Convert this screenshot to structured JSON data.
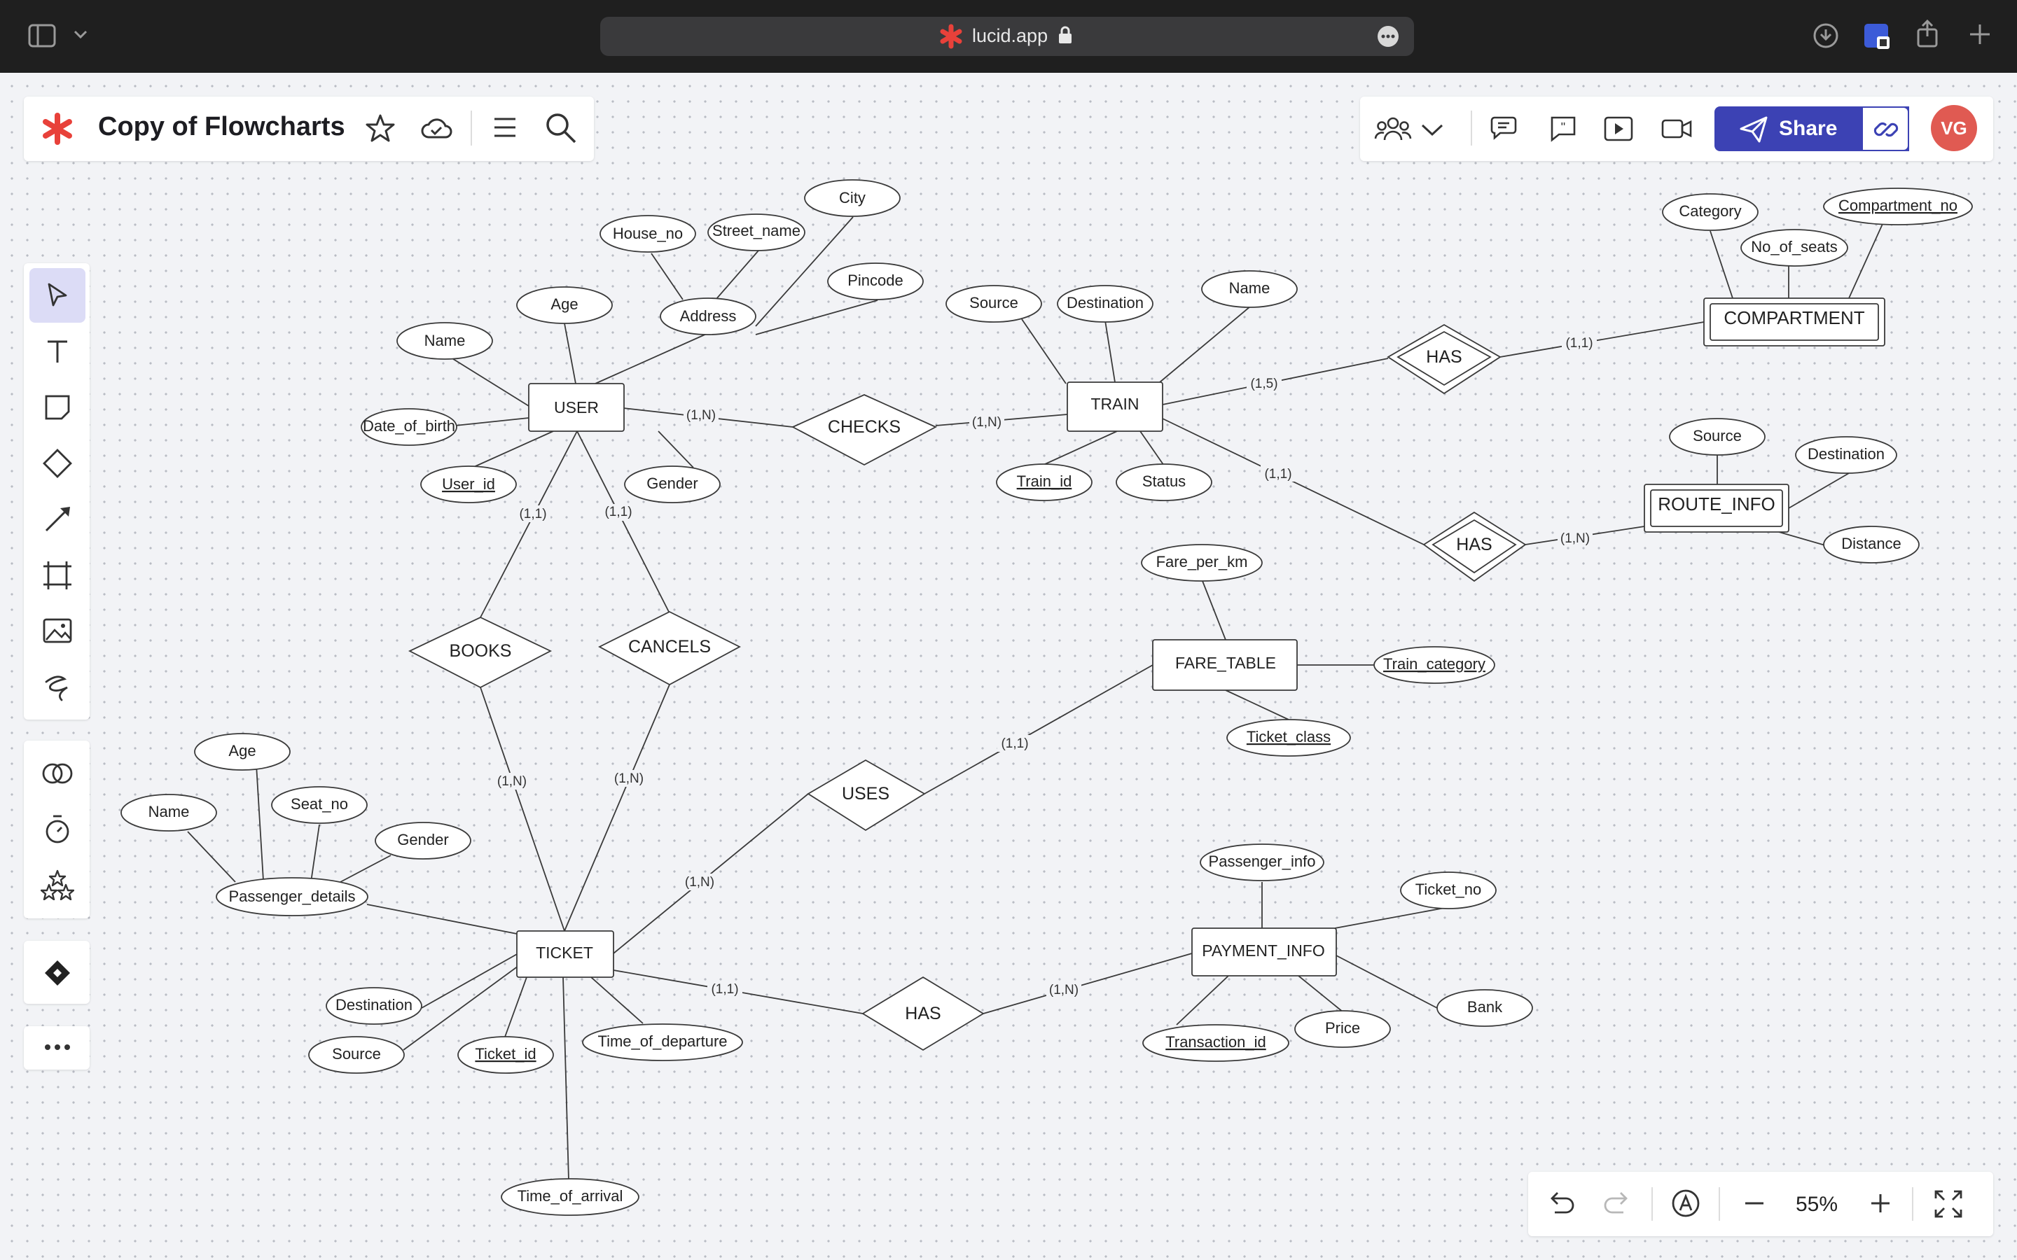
{
  "browser": {
    "url": "lucid.app"
  },
  "document": {
    "title": "Copy of Flowcharts"
  },
  "header": {
    "share_label": "Share",
    "avatar_initials": "VG"
  },
  "zoom": {
    "level": "55%"
  },
  "colors": {
    "accent": "#3c42b4",
    "logo": "#e8413a",
    "avatar": "#e05a52"
  },
  "diagram": {
    "entities": {
      "user": "USER",
      "train": "TRAIN",
      "compartment": "COMPARTMENT",
      "route_info": "ROUTE_INFO",
      "fare_table": "FARE_TABLE",
      "ticket": "TICKET",
      "payment_info": "PAYMENT_INFO",
      "passenger_details": "Passenger_details"
    },
    "relationships": {
      "checks": "CHECKS",
      "has_compartment": "HAS",
      "has_route": "HAS",
      "books": "BOOKS",
      "cancels": "CANCELS",
      "uses": "USES",
      "has_payment": "HAS"
    },
    "attributes": {
      "city": "City",
      "house_no": "House_no",
      "street_name": "Street_name",
      "address": "Address",
      "pincode": "Pincode",
      "age": "Age",
      "name": "Name",
      "date_of_birth": "Date_of_birth",
      "user_id": "User_id",
      "gender": "Gender",
      "source": "Source",
      "destination": "Destination",
      "train_name": "Name",
      "train_id": "Train_id",
      "status": "Status",
      "category": "Category",
      "compartment_no": "Compartment_no",
      "no_of_seats": "No_of_seats",
      "route_source": "Source",
      "route_destination": "Destination",
      "distance": "Distance",
      "fare_per_km": "Fare_per_km",
      "train_category": "Train_category",
      "ticket_class": "Ticket_class",
      "p_age": "Age",
      "p_name": "Name",
      "seat_no": "Seat_no",
      "p_gender": "Gender",
      "t_destination": "Destination",
      "t_source": "Source",
      "ticket_id": "Ticket_id",
      "time_of_departure": "Time_of_departure",
      "time_of_arrival": "Time_of_arrival",
      "passenger_info": "Passenger_info",
      "ticket_no": "Ticket_no",
      "bank": "Bank",
      "transaction_id": "Transaction_id",
      "price": "Price"
    },
    "cardinalities": {
      "user_checks": "(1,N)",
      "checks_train": "(1,N)",
      "train_has_c": "(1,5)",
      "has_compartment": "(1,1)",
      "train_has_r": "(1,1)",
      "has_route": "(1,N)",
      "user_books": "(1,1)",
      "user_cancels": "(1,1)",
      "books_ticket": "(1,N)",
      "cancels_ticket": "(1,N)",
      "uses_fare": "(1,1)",
      "ticket_uses": "(1,N)",
      "ticket_has": "(1,1)",
      "has_payment": "(1,N)"
    }
  }
}
